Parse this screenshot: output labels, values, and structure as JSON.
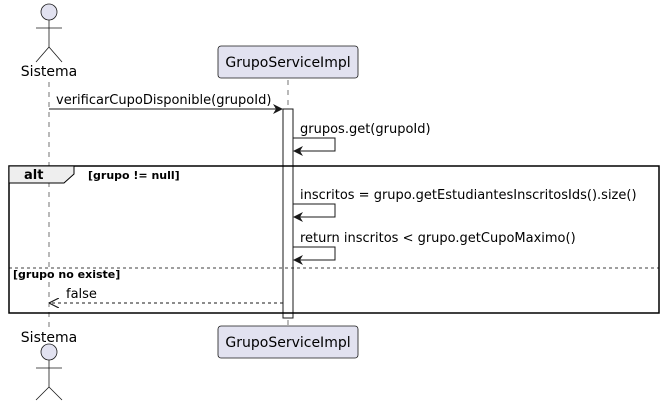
{
  "participants": {
    "actor": {
      "name": "Sistema"
    },
    "service": {
      "name": "GrupoServiceImpl"
    }
  },
  "messages": [
    {
      "from": "Sistema",
      "to": "GrupoServiceImpl",
      "text": "verificarCupoDisponible(grupoId)",
      "kind": "sync"
    },
    {
      "from": "GrupoServiceImpl",
      "to": "GrupoServiceImpl",
      "text": "grupos.get(grupoId)",
      "kind": "self"
    },
    {
      "from": "GrupoServiceImpl",
      "to": "GrupoServiceImpl",
      "text": "inscritos = grupo.getEstudiantesInscritosIds().size()",
      "kind": "self"
    },
    {
      "from": "GrupoServiceImpl",
      "to": "GrupoServiceImpl",
      "text": "return inscritos < grupo.getCupoMaximo()",
      "kind": "self"
    },
    {
      "from": "GrupoServiceImpl",
      "to": "Sistema",
      "text": "false",
      "kind": "return"
    }
  ],
  "fragment": {
    "keyword": "alt",
    "guard_1": "[grupo != null]",
    "guard_2": "[grupo no existe]"
  },
  "colors": {
    "participant_fill": "#E2E2F0",
    "participant_stroke": "#181818",
    "lifeline": "#181818",
    "arrow": "#181818"
  }
}
